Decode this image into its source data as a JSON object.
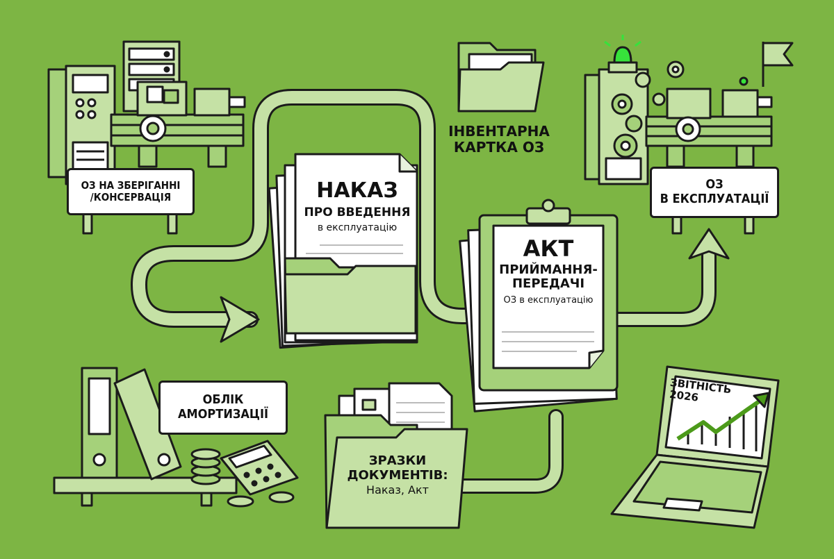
{
  "nodes": {
    "storage": {
      "line1": "ОЗ НА ЗБЕРІГАННІ",
      "line2": "/КОНСЕРВАЦІЯ"
    },
    "inventory_card": {
      "line1": "ІНВЕНТАРНА",
      "line2": "КАРТКА ОЗ"
    },
    "in_operation": {
      "line1": "ОЗ",
      "line2": "В ЕКСПЛУАТАЦІЇ"
    },
    "order": {
      "title": "НАКАЗ",
      "subtitle": "ПРО ВВЕДЕННЯ",
      "detail": "в експлуатацію"
    },
    "act": {
      "title": "АКТ",
      "subtitle1": "ПРИЙМАННЯ-",
      "subtitle2": "ПЕРЕДАЧІ",
      "detail": "ОЗ в експлуатацію"
    },
    "depreciation": {
      "line1": "ОБЛІК",
      "line2": "АМОРТИЗАЦІЇ"
    },
    "samples": {
      "line1": "ЗРАЗКИ",
      "line2": "ДОКУМЕНТІВ:",
      "line3": "Наказ, Акт"
    },
    "reporting": {
      "line1": "ЗВІТНІСТЬ",
      "line2": "2026"
    }
  },
  "colors": {
    "background": "#7db544",
    "light_green": "#c5e1a5",
    "mid_green": "#a5d17a",
    "outline": "#1b1b1b",
    "paper": "#ffffff",
    "led": "#37e23b"
  }
}
